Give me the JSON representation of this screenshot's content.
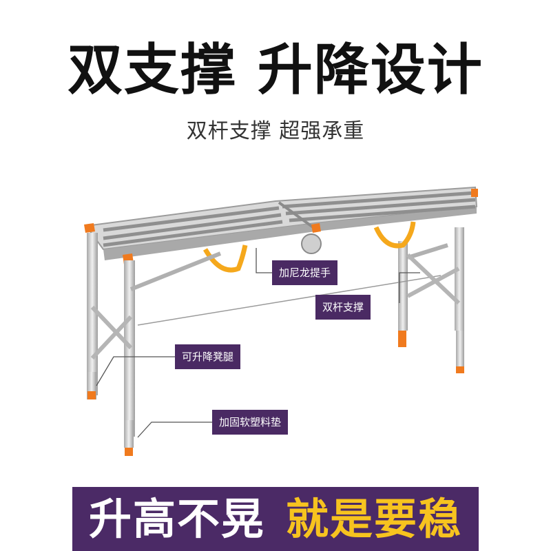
{
  "headline": "双支撑 升降设计",
  "subline": "双杆支撑 超强承重",
  "callouts": {
    "handle": "加尼龙提手",
    "double_rod": "双杆支撑",
    "leg": "可升降凳腿",
    "pad": "加固软塑料垫"
  },
  "banner": {
    "part1": "升高不晃",
    "part2": "就是要稳"
  },
  "colors": {
    "banner_bg": "#4b2a66",
    "banner_accent": "#f7c31f",
    "callout_bg": "#4a2a63",
    "handle_strap": "#f5a81c",
    "foot_cap": "#f07a1e"
  }
}
